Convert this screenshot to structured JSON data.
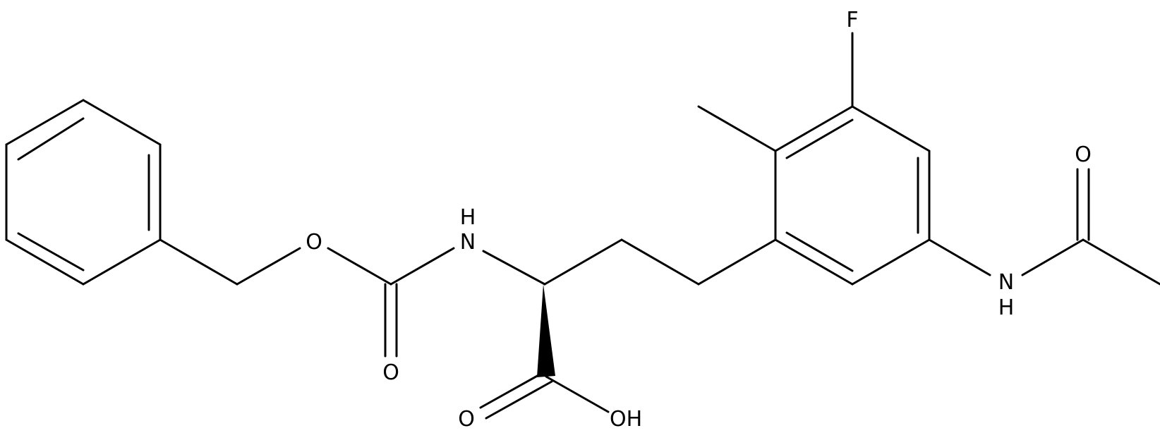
{
  "molecule": {
    "atom_labels": {
      "fluorine": "F",
      "ester_oxygen": "O",
      "carbamate_nitrogen": "N",
      "carbamate_nitrogen_h": "H",
      "carbamate_carbonyl_oxygen": "O",
      "acid_carbonyl_oxygen": "O",
      "acid_hydroxyl": "OH",
      "acetamide_nitrogen": "N",
      "acetamide_nitrogen_h": "H",
      "acetyl_oxygen": "O"
    },
    "colors": {
      "bond": "#000000",
      "label": "#000000",
      "background": "#ffffff"
    }
  }
}
